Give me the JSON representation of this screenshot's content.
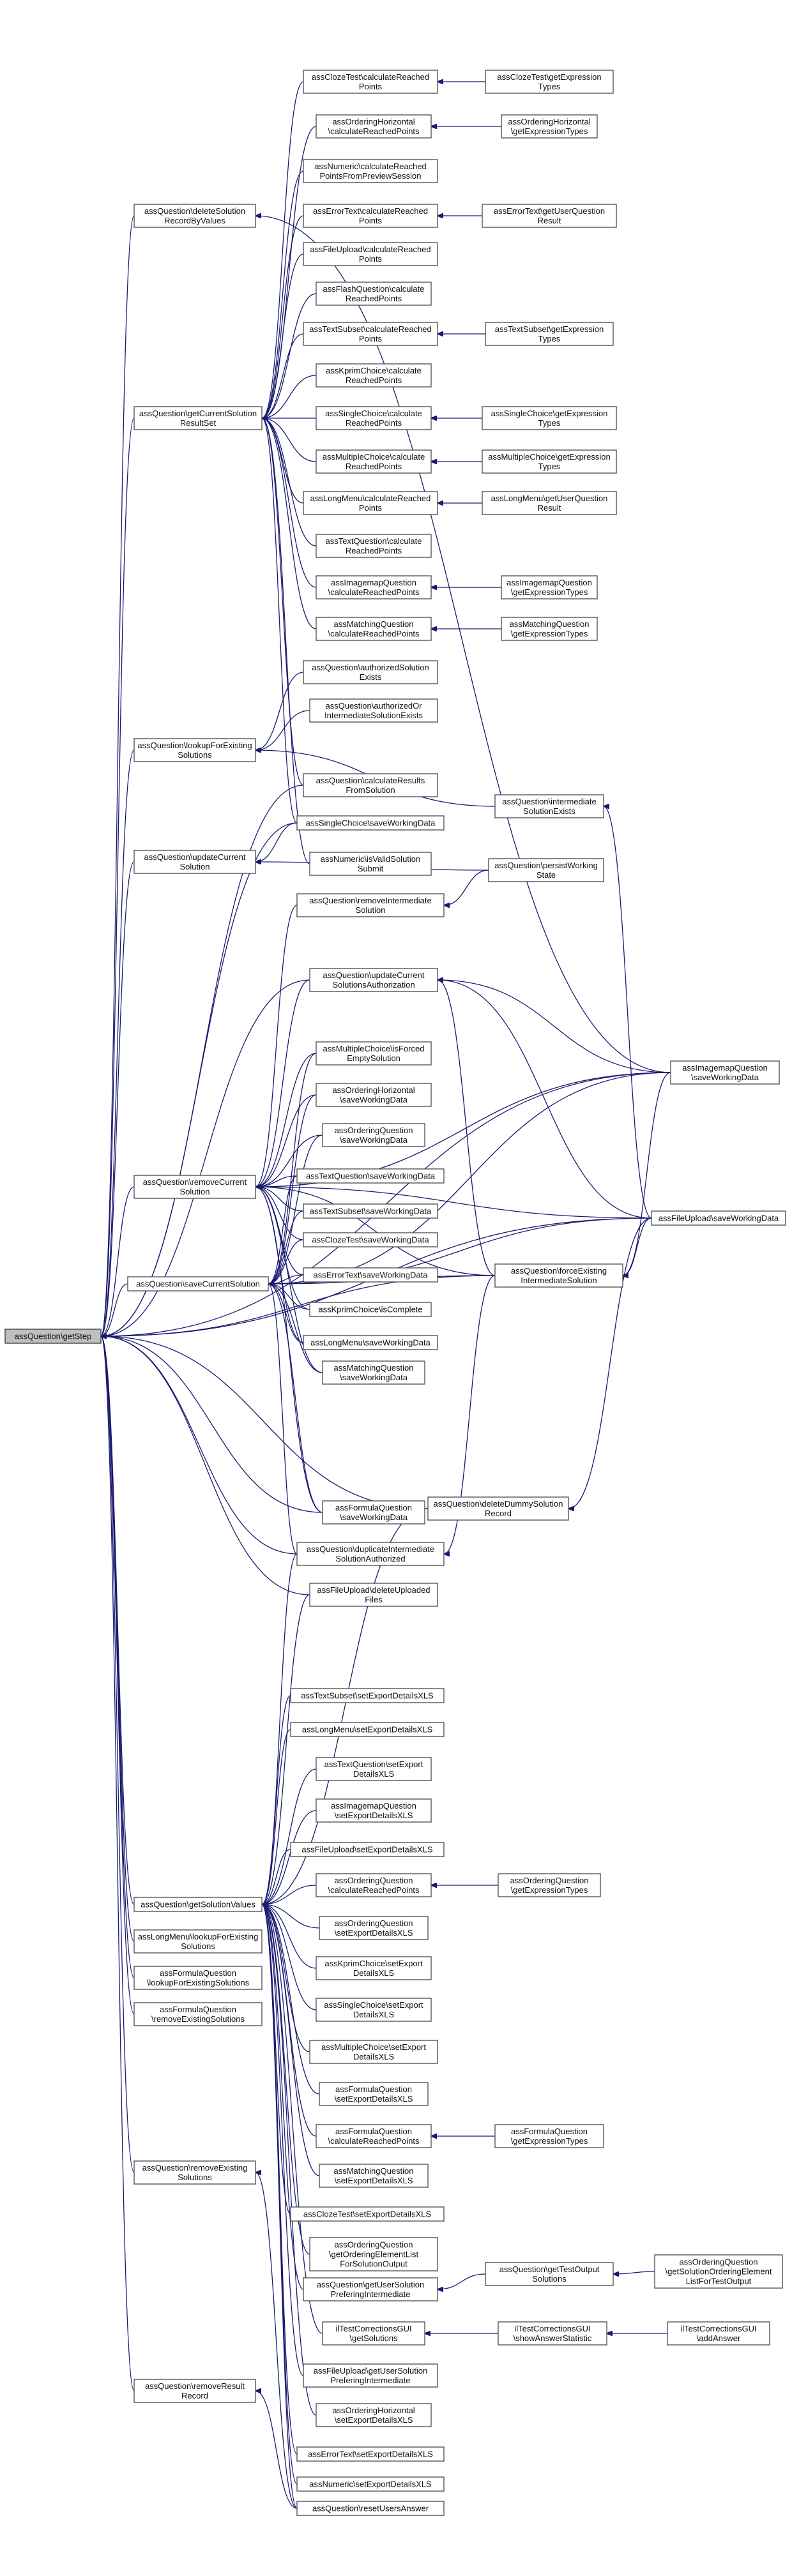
{
  "colors": {
    "edge": "#191970",
    "node_border": "#555555",
    "root_fill": "#bfbfbf",
    "node_fill": "#ffffff"
  },
  "nodes": [
    {
      "id": "root",
      "lines": [
        "assQuestion\\getStep"
      ]
    },
    {
      "id": "delSol",
      "lines": [
        "assQuestion\\deleteSolution",
        "RecordByValues"
      ]
    },
    {
      "id": "getCur",
      "lines": [
        "assQuestion\\getCurrentSolution",
        "ResultSet"
      ]
    },
    {
      "id": "lookup",
      "lines": [
        "assQuestion\\lookupForExisting",
        "Solutions"
      ]
    },
    {
      "id": "updCur",
      "lines": [
        "assQuestion\\updateCurrent",
        "Solution"
      ]
    },
    {
      "id": "remCur",
      "lines": [
        "assQuestion\\removeCurrent",
        "Solution"
      ]
    },
    {
      "id": "saveCur",
      "lines": [
        "assQuestion\\saveCurrentSolution"
      ]
    },
    {
      "id": "getSolVal",
      "lines": [
        "assQuestion\\getSolutionValues"
      ]
    },
    {
      "id": "lmLookup",
      "lines": [
        "assLongMenu\\lookupForExisting",
        "Solutions"
      ]
    },
    {
      "id": "fqLookup",
      "lines": [
        "assFormulaQuestion",
        "\\lookupForExistingSolutions"
      ]
    },
    {
      "id": "fqRemove",
      "lines": [
        "assFormulaQuestion",
        "\\removeExistingSolutions"
      ]
    },
    {
      "id": "remExist",
      "lines": [
        "assQuestion\\removeExisting",
        "Solutions"
      ]
    },
    {
      "id": "remResult",
      "lines": [
        "assQuestion\\removeResult",
        "Record"
      ]
    },
    {
      "id": "clozeCalc",
      "lines": [
        "assClozeTest\\calculateReached",
        "Points"
      ]
    },
    {
      "id": "ohCalc",
      "lines": [
        "assOrderingHorizontal",
        "\\calculateReachedPoints"
      ]
    },
    {
      "id": "numCalc",
      "lines": [
        "assNumeric\\calculateReached",
        "PointsFromPreviewSession"
      ]
    },
    {
      "id": "errCalc",
      "lines": [
        "assErrorText\\calculateReached",
        "Points"
      ]
    },
    {
      "id": "fuCalc",
      "lines": [
        "assFileUpload\\calculateReached",
        "Points"
      ]
    },
    {
      "id": "flashCalc",
      "lines": [
        "assFlashQuestion\\calculate",
        "ReachedPoints"
      ]
    },
    {
      "id": "tsCalc",
      "lines": [
        "assTextSubset\\calculateReached",
        "Points"
      ]
    },
    {
      "id": "kprimCalc",
      "lines": [
        "assKprimChoice\\calculate",
        "ReachedPoints"
      ]
    },
    {
      "id": "scCalc",
      "lines": [
        "assSingleChoice\\calculate",
        "ReachedPoints"
      ]
    },
    {
      "id": "mcCalc",
      "lines": [
        "assMultipleChoice\\calculate",
        "ReachedPoints"
      ]
    },
    {
      "id": "lmCalc",
      "lines": [
        "assLongMenu\\calculateReached",
        "Points"
      ]
    },
    {
      "id": "tqCalc",
      "lines": [
        "assTextQuestion\\calculate",
        "ReachedPoints"
      ]
    },
    {
      "id": "imCalc",
      "lines": [
        "assImagemapQuestion",
        "\\calculateReachedPoints"
      ]
    },
    {
      "id": "mqCalc",
      "lines": [
        "assMatchingQuestion",
        "\\calculateReachedPoints"
      ]
    },
    {
      "id": "clozeExpr",
      "lines": [
        "assClozeTest\\getExpression",
        "Types"
      ]
    },
    {
      "id": "ohExpr",
      "lines": [
        "assOrderingHorizontal",
        "\\getExpressionTypes"
      ]
    },
    {
      "id": "errUser",
      "lines": [
        "assErrorText\\getUserQuestion",
        "Result"
      ]
    },
    {
      "id": "tsExpr",
      "lines": [
        "assTextSubset\\getExpression",
        "Types"
      ]
    },
    {
      "id": "scExpr",
      "lines": [
        "assSingleChoice\\getExpression",
        "Types"
      ]
    },
    {
      "id": "mcExpr",
      "lines": [
        "assMultipleChoice\\getExpression",
        "Types"
      ]
    },
    {
      "id": "lmUser",
      "lines": [
        "assLongMenu\\getUserQuestion",
        "Result"
      ]
    },
    {
      "id": "imExpr",
      "lines": [
        "assImagemapQuestion",
        "\\getExpressionTypes"
      ]
    },
    {
      "id": "mqExpr",
      "lines": [
        "assMatchingQuestion",
        "\\getExpressionTypes"
      ]
    },
    {
      "id": "authSol",
      "lines": [
        "assQuestion\\authorizedSolution",
        "Exists"
      ]
    },
    {
      "id": "authOrInt",
      "lines": [
        "assQuestion\\authorizedOr",
        "IntermediateSolutionExists"
      ]
    },
    {
      "id": "calcRes",
      "lines": [
        "assQuestion\\calculateResults",
        "FromSolution"
      ]
    },
    {
      "id": "intSolEx",
      "lines": [
        "assQuestion\\intermediate",
        "SolutionExists"
      ]
    },
    {
      "id": "scSave",
      "lines": [
        "assSingleChoice\\saveWorkingData"
      ]
    },
    {
      "id": "numValid",
      "lines": [
        "assNumeric\\isValidSolution",
        "Submit"
      ]
    },
    {
      "id": "persist",
      "lines": [
        "assQuestion\\persistWorking",
        "State"
      ]
    },
    {
      "id": "remInt",
      "lines": [
        "assQuestion\\removeIntermediate",
        "Solution"
      ]
    },
    {
      "id": "updAuth",
      "lines": [
        "assQuestion\\updateCurrent",
        "SolutionsAuthorization"
      ]
    },
    {
      "id": "imSave",
      "lines": [
        "assImagemapQuestion",
        "\\saveWorkingData"
      ]
    },
    {
      "id": "mcForced",
      "lines": [
        "assMultipleChoice\\isForced",
        "EmptySolution"
      ]
    },
    {
      "id": "ohSave",
      "lines": [
        "assOrderingHorizontal",
        "\\saveWorkingData"
      ]
    },
    {
      "id": "oqSave",
      "lines": [
        "assOrderingQuestion",
        "\\saveWorkingData"
      ]
    },
    {
      "id": "tqSave",
      "lines": [
        "assTextQuestion\\saveWorkingData"
      ]
    },
    {
      "id": "fuSave",
      "lines": [
        "assFileUpload\\saveWorkingData"
      ]
    },
    {
      "id": "tsSave",
      "lines": [
        "assTextSubset\\saveWorkingData"
      ]
    },
    {
      "id": "clozeSave",
      "lines": [
        "assClozeTest\\saveWorkingData"
      ]
    },
    {
      "id": "forceExist",
      "lines": [
        "assQuestion\\forceExisting",
        "IntermediateSolution"
      ]
    },
    {
      "id": "errSave",
      "lines": [
        "assErrorText\\saveWorkingData"
      ]
    },
    {
      "id": "kprimComplete",
      "lines": [
        "assKprimChoice\\isComplete"
      ]
    },
    {
      "id": "lmSave",
      "lines": [
        "assLongMenu\\saveWorkingData"
      ]
    },
    {
      "id": "mqSave",
      "lines": [
        "assMatchingQuestion",
        "\\saveWorkingData"
      ]
    },
    {
      "id": "fqSave",
      "lines": [
        "assFormulaQuestion",
        "\\saveWorkingData"
      ]
    },
    {
      "id": "delDummy",
      "lines": [
        "assQuestion\\deleteDummySolution",
        "Record"
      ]
    },
    {
      "id": "dupInt",
      "lines": [
        "assQuestion\\duplicateIntermediate",
        "SolutionAuthorized"
      ]
    },
    {
      "id": "fuDelete",
      "lines": [
        "assFileUpload\\deleteUploaded",
        "Files"
      ]
    },
    {
      "id": "tsXLS",
      "lines": [
        "assTextSubset\\setExportDetailsXLS"
      ]
    },
    {
      "id": "lmXLS",
      "lines": [
        "assLongMenu\\setExportDetailsXLS"
      ]
    },
    {
      "id": "tqXLS",
      "lines": [
        "assTextQuestion\\setExport",
        "DetailsXLS"
      ]
    },
    {
      "id": "imXLS",
      "lines": [
        "assImagemapQuestion",
        "\\setExportDetailsXLS"
      ]
    },
    {
      "id": "fuXLS",
      "lines": [
        "assFileUpload\\setExportDetailsXLS"
      ]
    },
    {
      "id": "oqCalc",
      "lines": [
        "assOrderingQuestion",
        "\\calculateReachedPoints"
      ]
    },
    {
      "id": "oqExpr",
      "lines": [
        "assOrderingQuestion",
        "\\getExpressionTypes"
      ]
    },
    {
      "id": "oqXLS",
      "lines": [
        "assOrderingQuestion",
        "\\setExportDetailsXLS"
      ]
    },
    {
      "id": "kprimXLS",
      "lines": [
        "assKprimChoice\\setExport",
        "DetailsXLS"
      ]
    },
    {
      "id": "scXLS",
      "lines": [
        "assSingleChoice\\setExport",
        "DetailsXLS"
      ]
    },
    {
      "id": "mcXLS",
      "lines": [
        "assMultipleChoice\\setExport",
        "DetailsXLS"
      ]
    },
    {
      "id": "fqXLS",
      "lines": [
        "assFormulaQuestion",
        "\\setExportDetailsXLS"
      ]
    },
    {
      "id": "fqCalc",
      "lines": [
        "assFormulaQuestion",
        "\\calculateReachedPoints"
      ]
    },
    {
      "id": "fqExpr",
      "lines": [
        "assFormulaQuestion",
        "\\getExpressionTypes"
      ]
    },
    {
      "id": "mqXLS",
      "lines": [
        "assMatchingQuestion",
        "\\setExportDetailsXLS"
      ]
    },
    {
      "id": "clozeXLS",
      "lines": [
        "assClozeTest\\setExportDetailsXLS"
      ]
    },
    {
      "id": "oqOrder",
      "lines": [
        "assOrderingQuestion",
        "\\getOrderingElementList",
        "ForSolutionOutput"
      ]
    },
    {
      "id": "getOutput",
      "lines": [
        "assQuestion\\getTestOutput",
        "Solutions"
      ]
    },
    {
      "id": "oqSolOrder",
      "lines": [
        "assOrderingQuestion",
        "\\getSolutionOrderingElement",
        "ListForTestOutput"
      ]
    },
    {
      "id": "getUserSol",
      "lines": [
        "assQuestion\\getUserSolution",
        "PreferingIntermediate"
      ]
    },
    {
      "id": "tcGetSol",
      "lines": [
        "ilTestCorrectionsGUI",
        "\\getSolutions"
      ]
    },
    {
      "id": "tcShow",
      "lines": [
        "ilTestCorrectionsGUI",
        "\\showAnswerStatistic"
      ]
    },
    {
      "id": "tcAdd",
      "lines": [
        "ilTestCorrectionsGUI",
        "\\addAnswer"
      ]
    },
    {
      "id": "fuUserSol",
      "lines": [
        "assFileUpload\\getUserSolution",
        "PreferingIntermediate"
      ]
    },
    {
      "id": "ohXLS",
      "lines": [
        "assOrderingHorizontal",
        "\\setExportDetailsXLS"
      ]
    },
    {
      "id": "errXLS",
      "lines": [
        "assErrorText\\setExportDetailsXLS"
      ]
    },
    {
      "id": "numXLS",
      "lines": [
        "assNumeric\\setExportDetailsXLS"
      ]
    },
    {
      "id": "resetAns",
      "lines": [
        "assQuestion\\resetUsersAnswer"
      ]
    }
  ]
}
